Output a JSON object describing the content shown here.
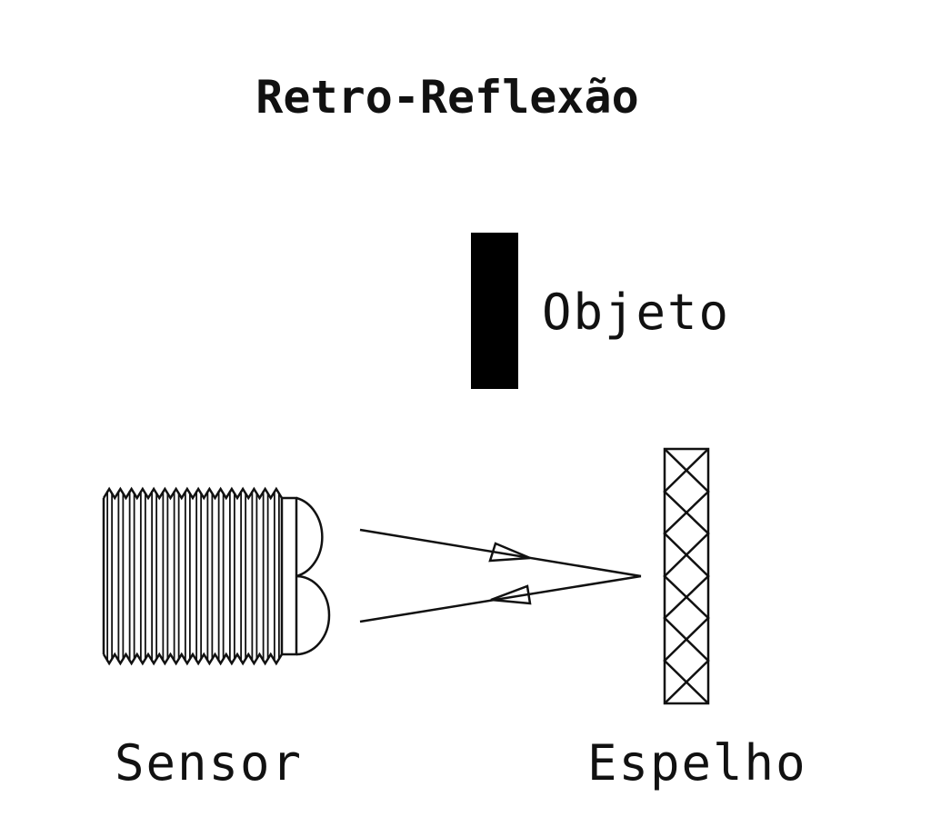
{
  "title": "Retro-Reflexão",
  "labels": {
    "object": "Objeto",
    "sensor": "Sensor",
    "mirror": "Espelho"
  },
  "colors": {
    "ink": "#111111",
    "background": "#ffffff"
  }
}
